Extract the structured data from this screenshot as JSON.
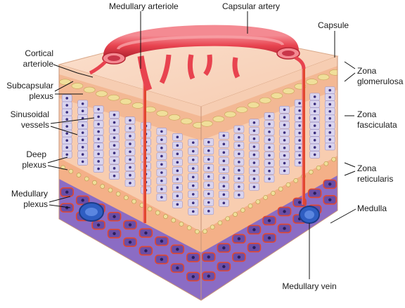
{
  "labels": {
    "medullary_arteriole": "Medullary arteriole",
    "capsular_artery": "Capsular artery",
    "capsule": "Capsule",
    "cortical_arteriole_1": "Cortical",
    "cortical_arteriole_2": "arteriole",
    "subcapsular_plexus_1": "Subcapsular",
    "subcapsular_plexus_2": "plexus",
    "sinusoidal_vessels_1": "Sinusoidal",
    "sinusoidal_vessels_2": "vessels",
    "deep_plexus_1": "Deep",
    "deep_plexus_2": "plexus",
    "medullary_plexus_1": "Medullary",
    "medullary_plexus_2": "plexus",
    "zona_glomerulosa_1": "Zona",
    "zona_glomerulosa_2": "glomerulosa",
    "zona_fasciculata_1": "Zona",
    "zona_fasciculata_2": "fasciculata",
    "zona_reticularis_1": "Zona",
    "zona_reticularis_2": "reticularis",
    "medulla": "Medulla",
    "medullary_vein": "Medullary vein"
  },
  "colors": {
    "artery": "#e8434f",
    "artery_light": "#f37b84",
    "capsule": "#f6cdb2",
    "glomerulosa": "#f3b894",
    "fasciculata_bg": "#f7c4a2",
    "cell_column": "#d9d4ee",
    "cell_nucleus": "#3b2e7e",
    "reticularis": "#f4b088",
    "medulla": "#8b6cc4",
    "medulla_dark": "#6a4da6",
    "vessel_red": "#e2472f",
    "vein_blue": "#2f5ec2",
    "cell_yellow": "#f0df9a"
  }
}
